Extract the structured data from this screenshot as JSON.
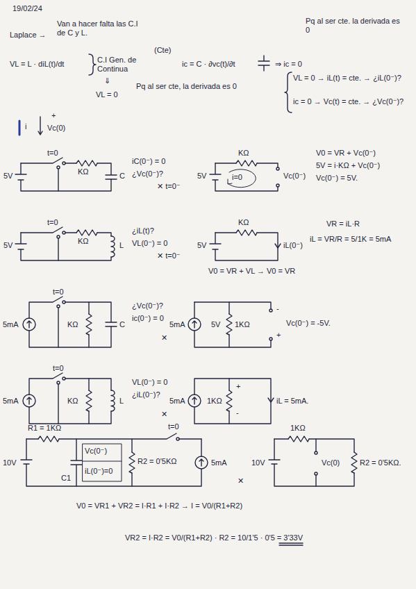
{
  "diagram": {
    "labels": [
      "19/02/24",
      "Laplace →",
      "Van a hacer falta las C.I de C y L.",
      "Pq al ser cte. la derivada es 0",
      "VL = L · diL(t)/dt",
      "C.I Gen. de Continua",
      "(Cte)",
      "ic = C · ∂vc(t)/∂t",
      "⇒ ic = 0",
      "VL = 0 → iL(t) = cte. → ¿iL(0⁻)?",
      "ic = 0 → Vc(t) = cte. → ¿Vc(0⁻)?",
      "⇓",
      "VL = 0",
      "Pq al ser cte, la derivada es 0",
      "i",
      "+",
      "Vc(0)",
      "t=0",
      "5V",
      "KΩ",
      "C",
      "iC(0⁻) = 0",
      "¿Vc(0⁻)?",
      "✕ t=0⁻",
      "5V",
      "KΩ",
      "i=0",
      "Vc(0⁻)",
      "V0 = VR + Vc(0⁻)",
      "5V = i·KΩ + Vc(0⁻)",
      "Vc(0⁻) = 5V.",
      "t=0",
      "5V",
      "KΩ",
      "L",
      "¿iL(t)?",
      "VL(0⁻) = 0",
      "✕ t=0⁻",
      "5V",
      "KΩ",
      "iL(0⁻)",
      "VR = iL·R",
      "iL = VR/R = 5/1K = 5mA",
      "V0 = VR + VL → V0 = VR",
      "t=0",
      "5mA",
      "KΩ",
      "C",
      "¿Vc(0⁻)?",
      "ic(0⁻) = 0",
      "✕",
      "5mA",
      "5V",
      "1KΩ",
      "-",
      "+",
      "Vc(0⁻) = -5V.",
      "t=0",
      "5mA",
      "KΩ",
      "L",
      "VL(0⁻) = 0",
      "¿iL(0⁻)?",
      "✕",
      "5mA",
      "1KΩ",
      "+",
      "-",
      "iL = 5mA.",
      "R1 = 1KΩ",
      "t=0",
      "10V",
      "C1",
      "Vc(0⁻)",
      "iL(0⁻)=0",
      "R2 = 0'5KΩ",
      "5mA",
      "✕",
      "10V",
      "1KΩ",
      "Vc(0)",
      "R2 = 0'5KΩ.",
      "V0 = VR1 + VR2 = I·R1 + I·R2 → I = V0/(R1+R2)",
      "VR2 = I·R2 = V0/(R1+R2) · R2 = 10/1'5 · 0'5 = 3'33V"
    ]
  }
}
